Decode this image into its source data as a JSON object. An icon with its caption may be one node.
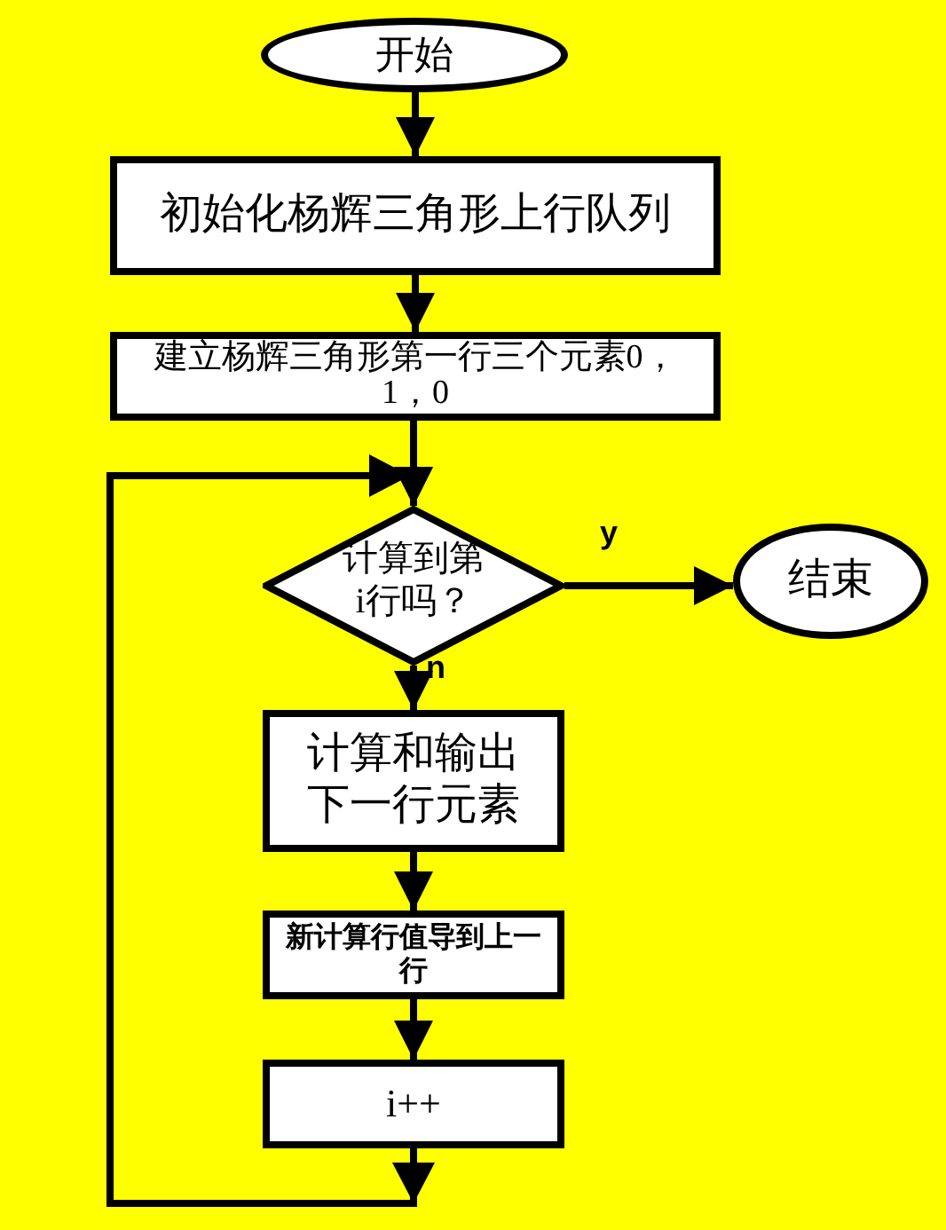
{
  "diagram": {
    "nodes": [
      {
        "text": [
          "开始"
        ]
      },
      {
        "text": [
          "初始化杨辉三角形上行队列"
        ]
      },
      {
        "text": [
          "建立杨辉三角形第一行三个元素0，1，0"
        ]
      },
      {
        "text": [
          "计算到第i行吗？"
        ]
      },
      {
        "text": [
          "结束"
        ]
      },
      {
        "text": [
          "计算和输出下一行元素"
        ]
      },
      {
        "text": [
          "新计算行值导到上一行"
        ]
      },
      {
        "text": [
          "i++"
        ]
      }
    ],
    "edges": [
      {
        "from": 0,
        "to": 1,
        "arrow": "to"
      },
      {
        "from": 1,
        "to": 2,
        "arrow": "to"
      },
      {
        "from": 2,
        "to": 3,
        "arrow": "to"
      },
      {
        "from": 3,
        "to": 4,
        "arrow": "to",
        "label": "y"
      },
      {
        "from": 3,
        "to": 5,
        "arrow": "to",
        "label": "n"
      },
      {
        "from": 5,
        "to": 6,
        "arrow": "to"
      },
      {
        "from": 6,
        "to": 7,
        "arrow": "to"
      },
      {
        "from": 7,
        "to": 3,
        "arrow": "to"
      }
    ]
  }
}
